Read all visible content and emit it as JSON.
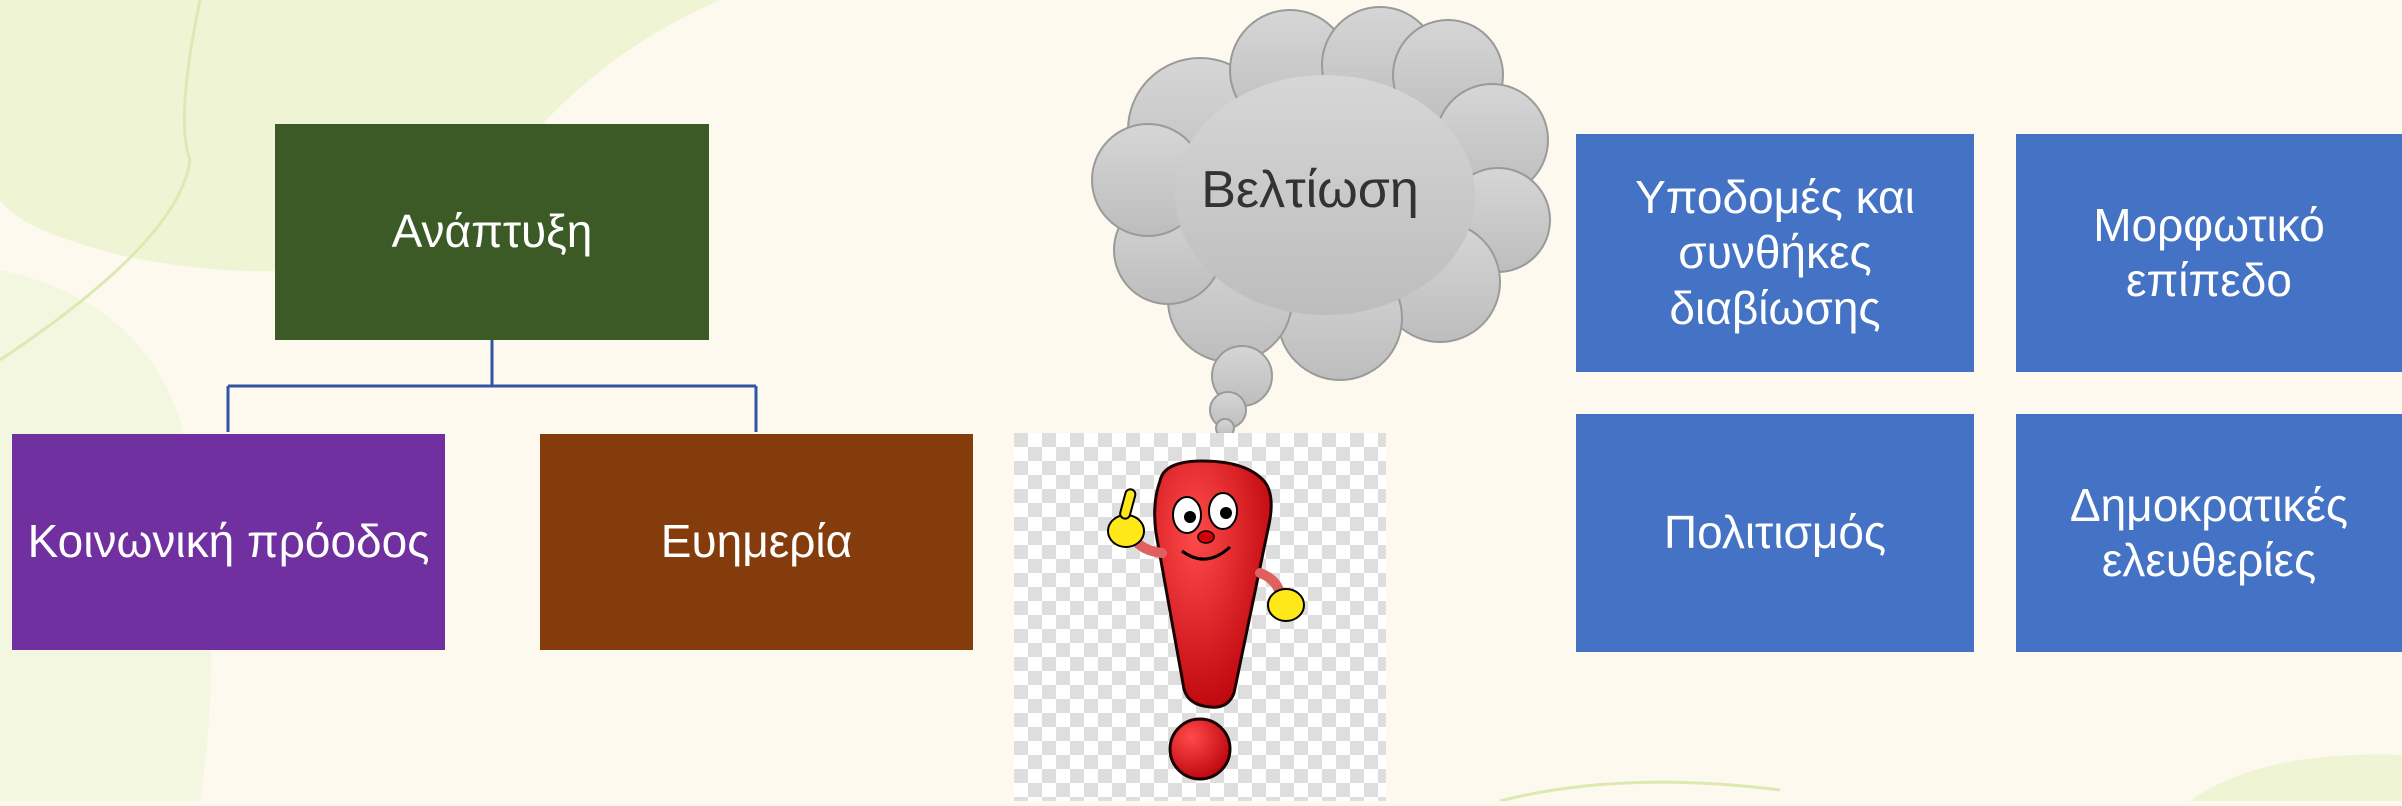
{
  "diagram": {
    "root": {
      "label": "Ανάπτυξη",
      "color": "#3b5a25"
    },
    "children": [
      {
        "label": "Κοινωνική πρόοδος",
        "color": "#7030a0"
      },
      {
        "label": "Ευημερία",
        "color": "#843c0c"
      }
    ],
    "connector_color": "#2f55a4"
  },
  "thought_cloud": {
    "label": "Βελτίωση",
    "fill": "#c7c7c7",
    "stroke": "#9a9a9a"
  },
  "illustration": {
    "icon": "exclamation-mark-cartoon-icon",
    "color": "#e8000a"
  },
  "grid": {
    "color": "#4472c4",
    "tiles": [
      {
        "label": "Υποδομές και συνθήκες διαβίωσης"
      },
      {
        "label": "Μορφωτικό επίπεδο"
      },
      {
        "label": "Πολιτισμός"
      },
      {
        "label": "Δημοκρατικές ελευθερίες"
      }
    ]
  }
}
